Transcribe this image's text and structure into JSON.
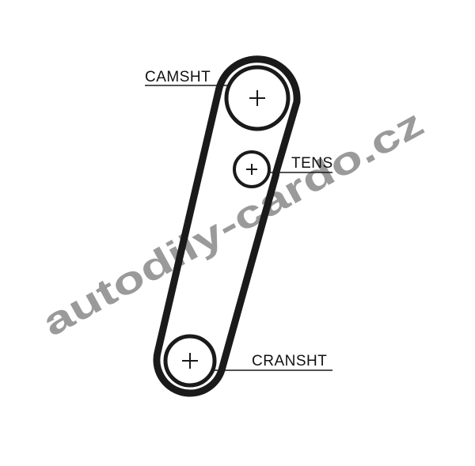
{
  "diagram": {
    "title": "timing-belt-routing-diagram",
    "labels": {
      "camshaft": "CAMSHT",
      "tensioner": "TENS",
      "crankshaft": "CRANSHT"
    },
    "watermark": "autodily-cardo.cz",
    "icons": {
      "pulley_center_mark": "plus-icon"
    },
    "colors": {
      "background": "#ffffff",
      "belt": "#1a1a1a",
      "pulley_outline": "#1a1a1a",
      "label_text": "#111111",
      "watermark_fill": "#9a9a9a",
      "watermark_outline": "#ffffff"
    }
  }
}
